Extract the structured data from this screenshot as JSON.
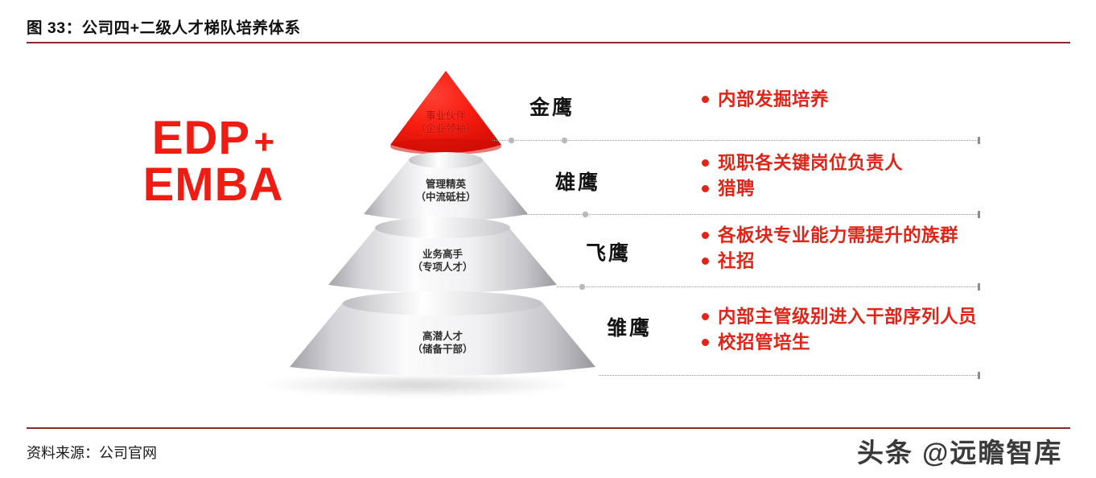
{
  "header": {
    "figure_title": "图 33：公司四+二级人才梯队培养体系"
  },
  "footer": {
    "source_note": "资料来源：公司官网",
    "watermark": "头条 @远瞻智库"
  },
  "left_program": {
    "line1": "EDP",
    "plus": "+",
    "line2": "EMBA",
    "color": "#ee1c12"
  },
  "colors": {
    "accent_red": "#e02418",
    "apex_red": "#ee1c12",
    "rule_maroon": "#8c2b2b",
    "tier_gray_light": "#fbfbfb",
    "tier_gray_dark": "#9a9a9f",
    "text_dark": "#141414",
    "dot_line": "#9a9a9a"
  },
  "pyramid": {
    "tiers": [
      {
        "rank": 1,
        "style": "red",
        "name": "事业伙伴",
        "subtitle": "（企业领袖）",
        "eagle_label": "金鹰",
        "bullets": [
          "内部发掘培养"
        ]
      },
      {
        "rank": 2,
        "style": "gray",
        "name": "管理精英",
        "subtitle": "（中流砥柱）",
        "eagle_label": "雄鹰",
        "bullets": [
          "现职各关键岗位负责人",
          "猎聘"
        ]
      },
      {
        "rank": 3,
        "style": "gray",
        "name": "业务高手",
        "subtitle": "（专项人才）",
        "eagle_label": "飞鹰",
        "bullets": [
          "各板块专业能力需提升的族群",
          "社招"
        ]
      },
      {
        "rank": 4,
        "style": "gray",
        "name": "高潜人才",
        "subtitle": "（储备干部）",
        "eagle_label": "雏鹰",
        "bullets": [
          "内部主管级别进入干部序列人员",
          "校招管培生"
        ]
      }
    ]
  }
}
